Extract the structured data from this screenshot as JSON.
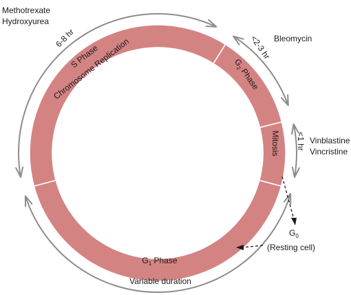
{
  "phases": {
    "s_phase": "S Phase",
    "s_phase_sub": "Chromosome Replication",
    "g2_phase_base": "G",
    "g2_phase_sub": "2",
    "g2_phase_suffix": " Phase",
    "mitosis": "Mitosis",
    "g1_phase_base": "G",
    "g1_phase_sub": "1",
    "g1_phase_suffix": " Phase"
  },
  "durations": {
    "s_phase": "6-8 hr",
    "g2_phase": "<2-3 hr",
    "mitosis": "<1 hr",
    "g1_phase": "Variable duration"
  },
  "drugs": {
    "s_phase_line1": "Methotrexate",
    "s_phase_line2": "Hydroxyurea",
    "g2_phase": "Bleomycin",
    "mitosis_line1": "Vinblastine",
    "mitosis_line2": "Vincristine"
  },
  "g0": {
    "label_base": "G",
    "label_sub": "0",
    "resting": "(Resting cell)"
  },
  "colors": {
    "ring": "#d48383",
    "guide_arrow": "#8c8c8c"
  }
}
